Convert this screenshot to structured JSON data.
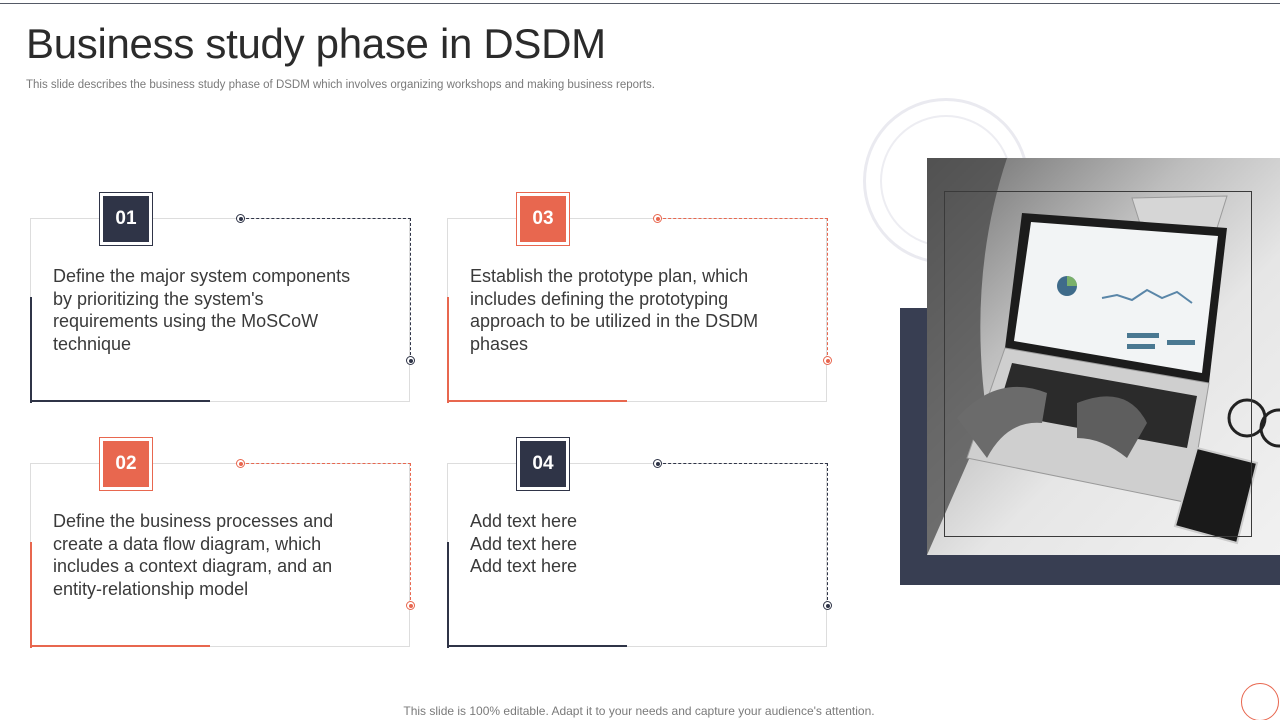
{
  "slide": {
    "title": "Business study phase in DSDM",
    "subtitle": "This slide describes the business study phase of DSDM which involves organizing workshops and making business reports.",
    "footer": "This slide is 100% editable. Adapt it to your needs and capture your audience's attention."
  },
  "cards": [
    {
      "number": "01",
      "text": "Define the major system components by prioritizing the system's requirements using the MoSCoW technique"
    },
    {
      "number": "03",
      "text": "Establish the prototype plan, which includes defining the prototyping approach to be utilized in the DSDM phases"
    },
    {
      "number": "02",
      "text": "Define the business processes and create a data flow diagram, which includes a context diagram, and an entity-relationship model"
    },
    {
      "number": "04",
      "lines": [
        "Add text here",
        "Add text here",
        "Add text here"
      ]
    }
  ],
  "colors": {
    "navy": "#2f3447",
    "accent_orange": "#e8674f",
    "block": "#383e52"
  },
  "image": {
    "icon": "laptop-photo-icon"
  }
}
